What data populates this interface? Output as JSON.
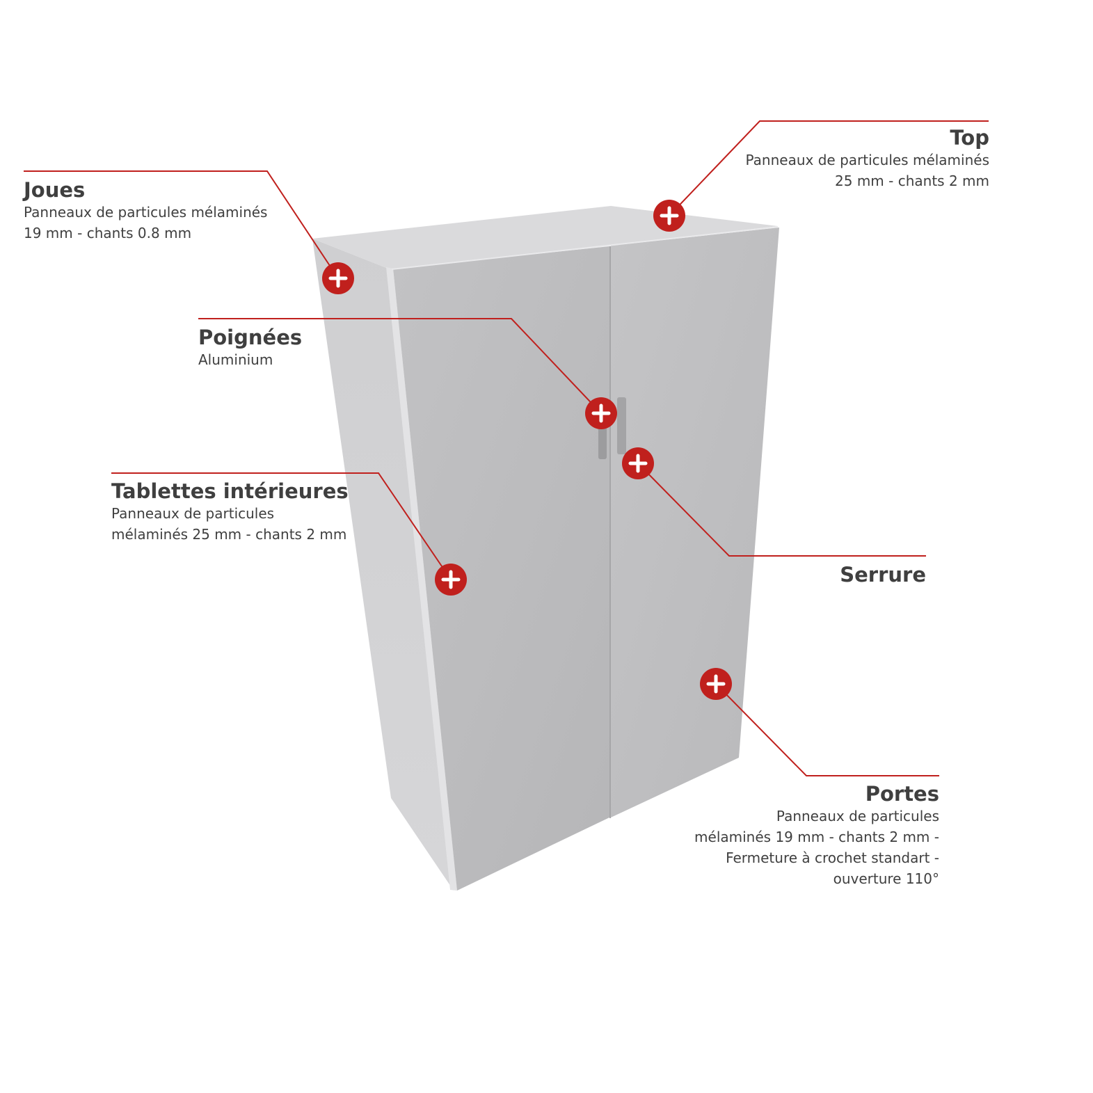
{
  "colors": {
    "accent": "#c0201d",
    "text": "#3f3f3f",
    "marker_stroke": "#ffffff"
  },
  "icons": {
    "marker": "plus-circle-icon"
  },
  "callouts": {
    "joues": {
      "title": "Joues",
      "description": "Panneaux de particules mélaminés\n19 mm - chants 0.8 mm"
    },
    "top": {
      "title": "Top",
      "description": "Panneaux de particules mélaminés\n25 mm - chants 2 mm"
    },
    "poignees": {
      "title": "Poignées",
      "description": "Aluminium"
    },
    "tablettes": {
      "title": "Tablettes intérieures",
      "description": "Panneaux de particules\nmélaminés 25 mm - chants 2 mm"
    },
    "serrure": {
      "title": "Serrure"
    },
    "portes": {
      "title": "Portes",
      "description": "Panneaux de particules\nmélaminés 19 mm - chants 2 mm -\nFermeture à crochet standart -\nouverture 110°"
    }
  }
}
